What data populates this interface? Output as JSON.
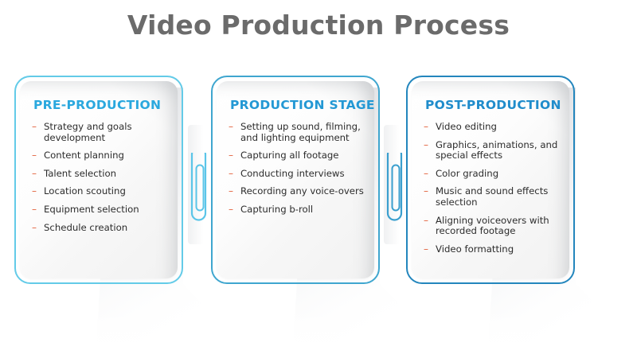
{
  "title": "Video Production Process",
  "colors": {
    "title": "#6b6b6b",
    "card1_border": "#63cbe8",
    "card2_border": "#3fa6cf",
    "card3_border": "#2386bd",
    "heading1": "#2aa8de",
    "heading2": "#2398d4",
    "heading3": "#1f8ccb",
    "bullet_dash": "#e2613c",
    "body_text": "#2c2c2c",
    "background": "#ffffff",
    "connector1": "#5bc5e8",
    "connector2": "#3b9fce"
  },
  "cards": [
    {
      "heading": "PRE-PRODUCTION",
      "items": [
        "Strategy and goals development",
        "Content planning",
        "Talent selection",
        "Location scouting",
        "Equipment selection",
        "Schedule creation"
      ]
    },
    {
      "heading": "PRODUCTION STAGE",
      "items": [
        "Setting up sound, filming, and lighting equipment",
        "Capturing all footage",
        "Conducting interviews",
        "Recording any voice-overs",
        "Capturing b-roll"
      ]
    },
    {
      "heading": "POST-PRODUCTION",
      "items": [
        "Video editing",
        "Graphics, animations, and special effects",
        "Color grading",
        "Music and sound effects selection",
        "Aligning voiceovers with recorded footage",
        "Video formatting"
      ]
    }
  ],
  "connectors": [
    {
      "name": "paperclip-connector-1",
      "between": "PRE-PRODUCTION / PRODUCTION STAGE"
    },
    {
      "name": "paperclip-connector-2",
      "between": "PRODUCTION STAGE / POST-PRODUCTION"
    }
  ],
  "bullet_glyph": "–"
}
